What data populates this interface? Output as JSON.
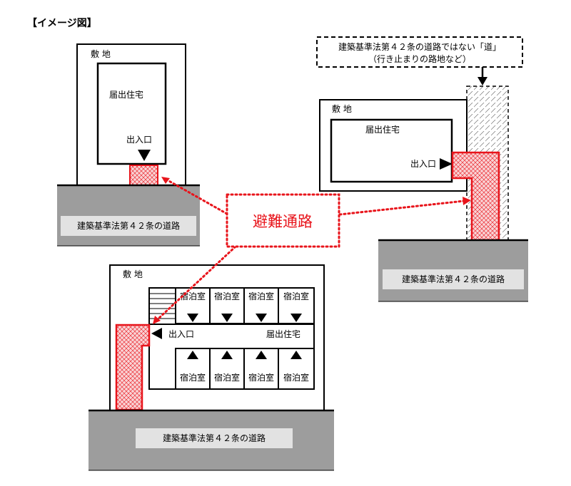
{
  "header": {
    "title": "【イメージ図】"
  },
  "labels": {
    "site": "敷 地",
    "house": "届出住宅",
    "entrance": "出入口",
    "room": "宿泊室",
    "road": "建築基準法第４２条の道路",
    "evacuation_route": "避難通路",
    "note_line1": "建築基準法第４２条の道路ではない「道」",
    "note_line2": "（行き止まりの路地など）"
  },
  "colors": {
    "route_red": "#e8141b",
    "route_fill": "#f7c5c8",
    "road_gray": "#9d9d9d",
    "road_label_bg": "#e2e2e2"
  }
}
